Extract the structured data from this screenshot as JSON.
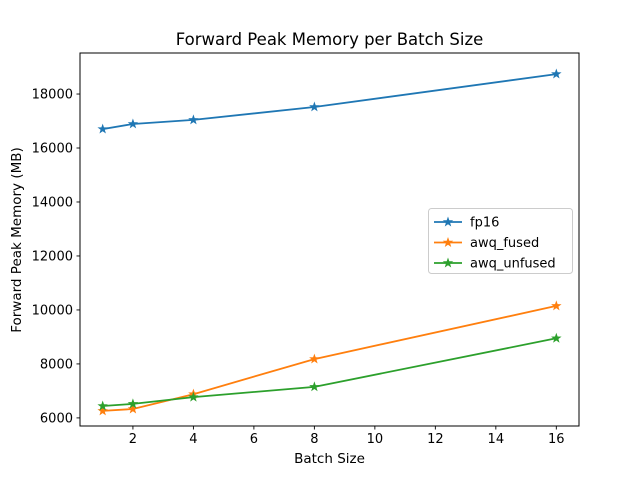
{
  "figure": {
    "background": "#ffffff",
    "text_color": "#000000",
    "spine_color": "#000000",
    "legend_border_color": "#cccccc"
  },
  "chart_data": {
    "type": "line",
    "title": "Forward Peak Memory per Batch Size",
    "xlabel": "Batch Size",
    "ylabel": "Forward Peak Memory (MB)",
    "x": [
      1,
      2,
      4,
      8,
      16
    ],
    "series": [
      {
        "name": "fp16",
        "color": "#1f77b4",
        "values": [
          16700,
          16890,
          17040,
          17520,
          18740
        ]
      },
      {
        "name": "awq_fused",
        "color": "#ff7f0e",
        "values": [
          6260,
          6330,
          6880,
          8180,
          10150
        ]
      },
      {
        "name": "awq_unfused",
        "color": "#2ca02c",
        "values": [
          6440,
          6520,
          6770,
          7150,
          8950
        ]
      }
    ],
    "marker": "star",
    "xlim": [
      0.25,
      16.75
    ],
    "ylim": [
      5700,
      19520
    ],
    "xticks": [
      2,
      4,
      6,
      8,
      10,
      12,
      14,
      16
    ],
    "yticks": [
      6000,
      8000,
      10000,
      12000,
      14000,
      16000,
      18000
    ],
    "grid": false,
    "legend_position": "center-right"
  }
}
